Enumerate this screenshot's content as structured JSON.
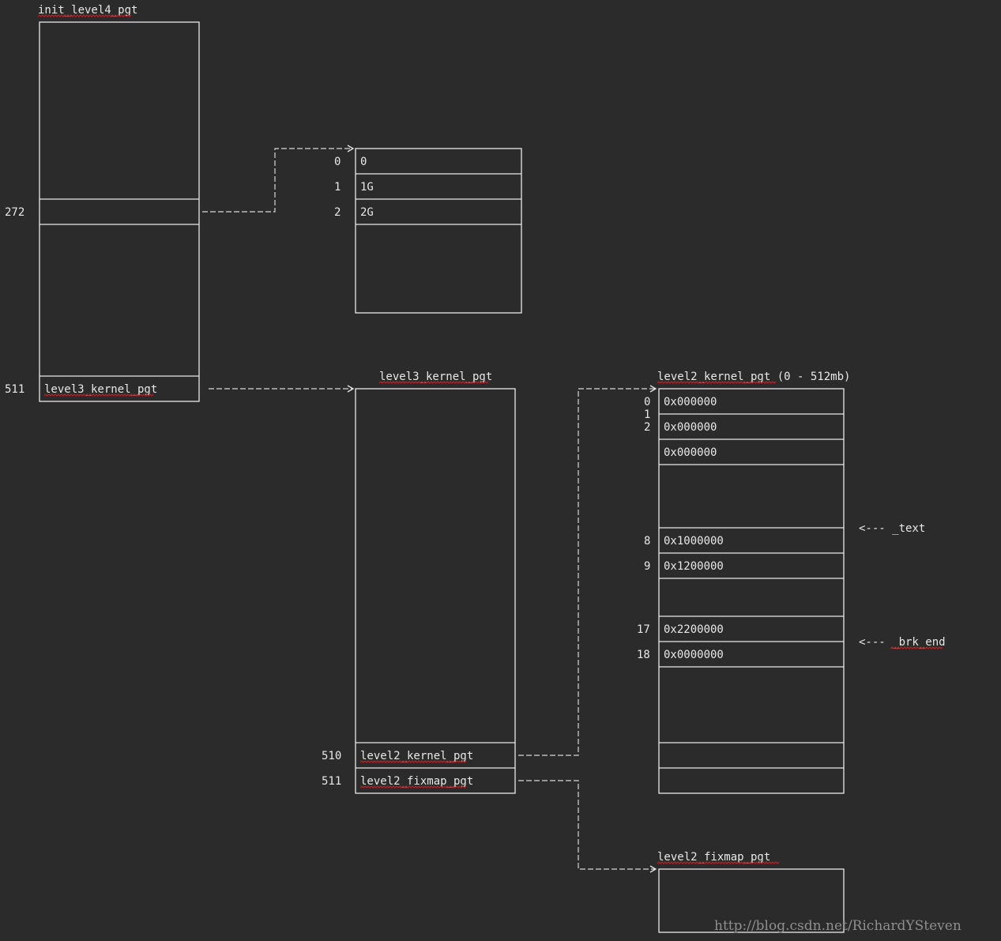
{
  "tables": {
    "init_level4_pgt": {
      "title": "init_level4_pgt",
      "entries": [
        {
          "index": "272",
          "value": ""
        },
        {
          "index": "511",
          "value": "level3_kernel_pgt"
        }
      ]
    },
    "upper_table": {
      "entries": [
        {
          "index": "0",
          "value": "0"
        },
        {
          "index": "1",
          "value": "1G"
        },
        {
          "index": "2",
          "value": "2G"
        }
      ]
    },
    "level3_kernel_pgt": {
      "title": "level3_kernel_pgt",
      "entries": [
        {
          "index": "510",
          "value": "level2_kernel_pgt"
        },
        {
          "index": "511",
          "value": "level2_fixmap_pgt"
        }
      ]
    },
    "level2_kernel_pgt": {
      "title": "level2_kernel_pgt (0 - 512mb)",
      "entries": [
        {
          "index": "0",
          "value": "0x000000"
        },
        {
          "index": "1",
          "value": ""
        },
        {
          "index": "2",
          "value": "0x000000"
        },
        {
          "index": "",
          "value": "0x000000"
        },
        {
          "index": "8",
          "value": "0x1000000"
        },
        {
          "index": "9",
          "value": "0x1200000"
        },
        {
          "index": "17",
          "value": "0x2200000"
        },
        {
          "index": "18",
          "value": "0x0000000"
        }
      ]
    },
    "level2_fixmap_pgt": {
      "title": "level2_fixmap_pgt"
    }
  },
  "markers": {
    "text": "<--- _text",
    "brk_end": "<--- _brk_end"
  },
  "watermark": "http://blog.csdn.net/RichardYSteven",
  "colors": {
    "background": "#2b2b2b",
    "foreground": "#e8e8e8",
    "spellcheck_underline": "#d21e1e"
  }
}
